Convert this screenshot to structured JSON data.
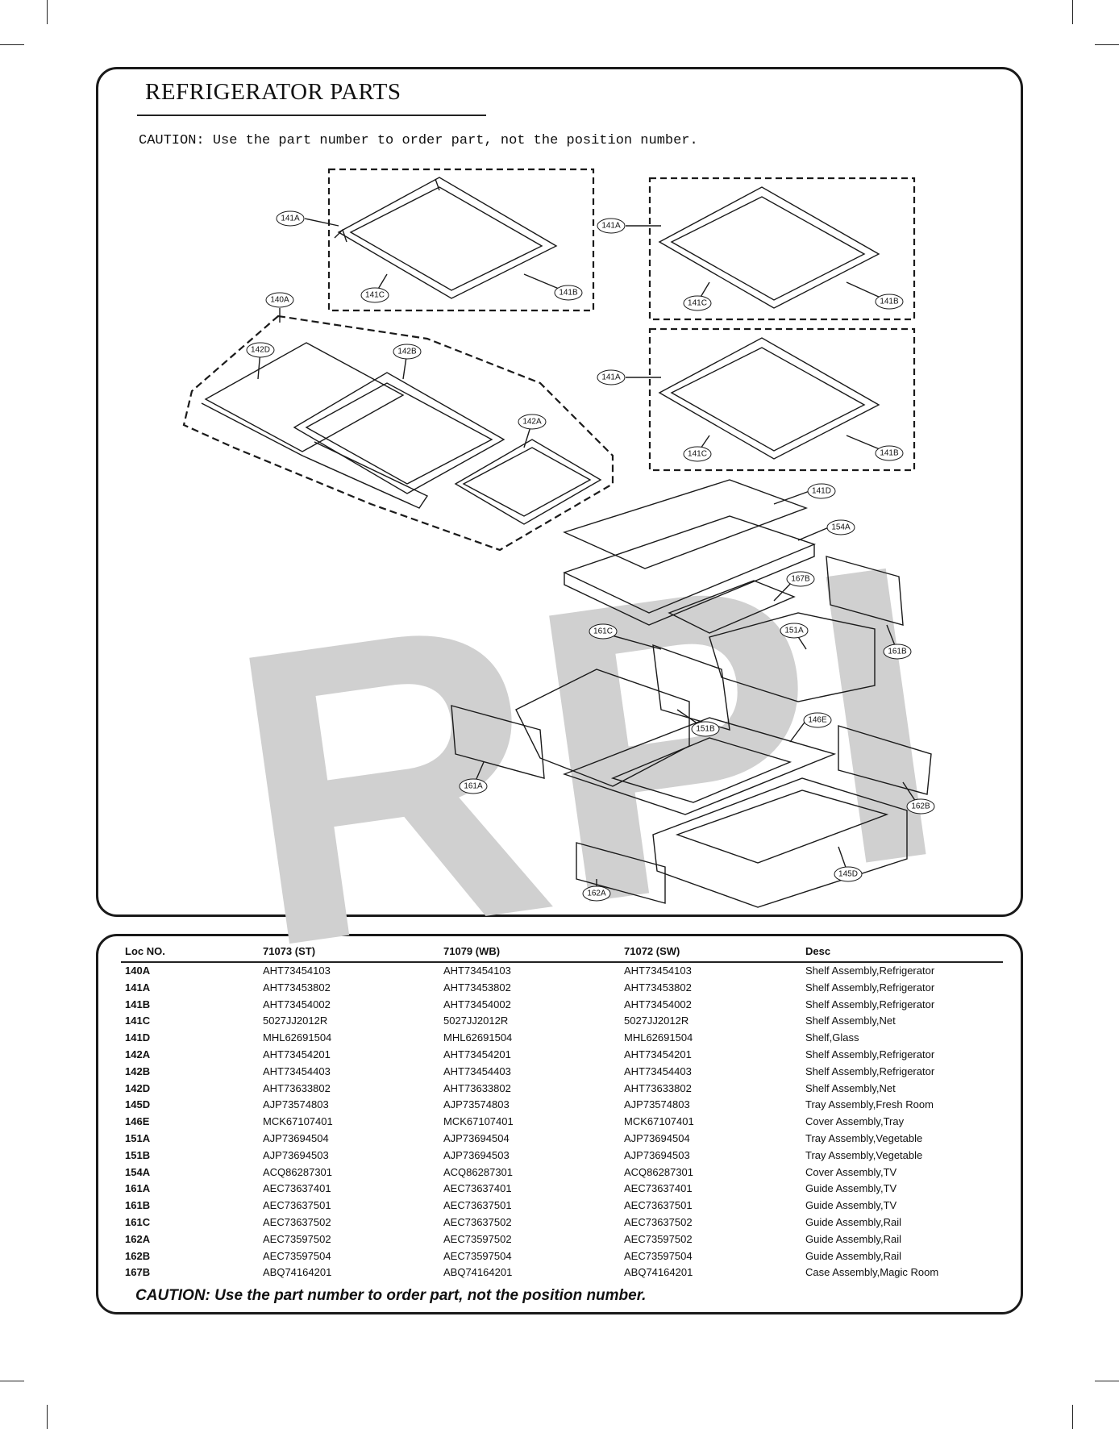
{
  "header": {
    "title": "REFRIGERATOR PARTS",
    "caution": "CAUTION: Use the part number to order part, not the position number."
  },
  "watermark": "RPI",
  "callouts": {
    "c141A_1": "141A",
    "c141C_1": "141C",
    "c141B_1": "141B",
    "c141A_2": "141A",
    "c141C_2": "141C",
    "c141B_2": "141B",
    "c141A_3": "141A",
    "c141C_3": "141C",
    "c141B_3": "141B",
    "c140A": "140A",
    "c142D": "142D",
    "c142B": "142B",
    "c142A": "142A",
    "c141D": "141D",
    "c154A": "154A",
    "c167B": "167B",
    "c161C": "161C",
    "c151A": "151A",
    "c161B": "161B",
    "c151B": "151B",
    "c146E": "146E",
    "c161A": "161A",
    "c162B": "162B",
    "c145D": "145D",
    "c162A": "162A"
  },
  "table": {
    "headers": [
      "Loc NO.",
      "71073 (ST)",
      "71079 (WB)",
      "71072 (SW)",
      "Desc"
    ],
    "rows": [
      [
        "140A",
        "AHT73454103",
        "AHT73454103",
        "AHT73454103",
        "Shelf Assembly,Refrigerator"
      ],
      [
        "141A",
        "AHT73453802",
        "AHT73453802",
        "AHT73453802",
        "Shelf Assembly,Refrigerator"
      ],
      [
        "141B",
        "AHT73454002",
        "AHT73454002",
        "AHT73454002",
        "Shelf Assembly,Refrigerator"
      ],
      [
        "141C",
        "5027JJ2012R",
        "5027JJ2012R",
        "5027JJ2012R",
        "Shelf Assembly,Net"
      ],
      [
        "141D",
        "MHL62691504",
        "MHL62691504",
        "MHL62691504",
        "Shelf,Glass"
      ],
      [
        "142A",
        "AHT73454201",
        "AHT73454201",
        "AHT73454201",
        "Shelf Assembly,Refrigerator"
      ],
      [
        "142B",
        "AHT73454403",
        "AHT73454403",
        "AHT73454403",
        "Shelf Assembly,Refrigerator"
      ],
      [
        "142D",
        "AHT73633802",
        "AHT73633802",
        "AHT73633802",
        "Shelf Assembly,Net"
      ],
      [
        "145D",
        "AJP73574803",
        "AJP73574803",
        "AJP73574803",
        "Tray Assembly,Fresh Room"
      ],
      [
        "146E",
        "MCK67107401",
        "MCK67107401",
        "MCK67107401",
        "Cover Assembly,Tray"
      ],
      [
        "151A",
        "AJP73694504",
        "AJP73694504",
        "AJP73694504",
        "Tray Assembly,Vegetable"
      ],
      [
        "151B",
        "AJP73694503",
        "AJP73694503",
        "AJP73694503",
        "Tray Assembly,Vegetable"
      ],
      [
        "154A",
        "ACQ86287301",
        "ACQ86287301",
        "ACQ86287301",
        "Cover Assembly,TV"
      ],
      [
        "161A",
        "AEC73637401",
        "AEC73637401",
        "AEC73637401",
        "Guide Assembly,TV"
      ],
      [
        "161B",
        "AEC73637501",
        "AEC73637501",
        "AEC73637501",
        "Guide Assembly,TV"
      ],
      [
        "161C",
        "AEC73637502",
        "AEC73637502",
        "AEC73637502",
        "Guide Assembly,Rail"
      ],
      [
        "162A",
        "AEC73597502",
        "AEC73597502",
        "AEC73597502",
        "Guide Assembly,Rail"
      ],
      [
        "162B",
        "AEC73597504",
        "AEC73597504",
        "AEC73597504",
        "Guide Assembly,Rail"
      ],
      [
        "167B",
        "ABQ74164201",
        "ABQ74164201",
        "ABQ74164201",
        "Case Assembly,Magic Room"
      ]
    ],
    "footer_caution": "CAUTION: Use the part number to order part, not the position number."
  }
}
